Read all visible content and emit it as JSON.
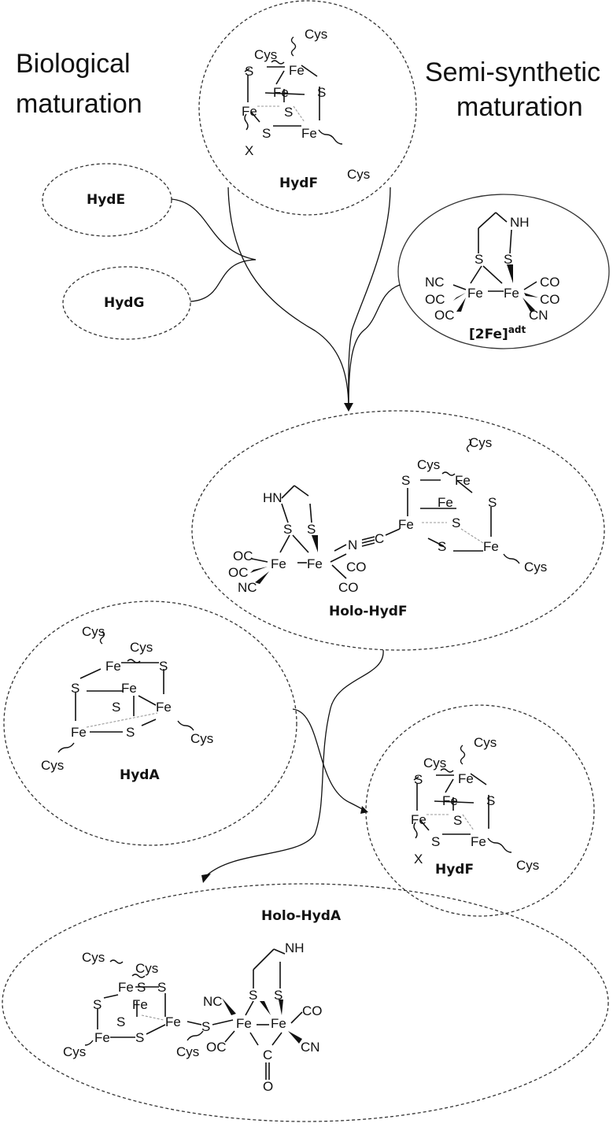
{
  "titles": {
    "left": [
      "Biological",
      "maturation"
    ],
    "right": [
      "Semi-synthetic",
      "maturation"
    ]
  },
  "labels": {
    "hydf_top": "HydF",
    "hyde": "HydE",
    "hydg": "HydG",
    "two_fe": "[2Fe]",
    "two_fe_sup": "adt",
    "holo_hydf": "Holo-HydF",
    "hyda": "HydA",
    "hydf_right": "HydF",
    "holo_hyda": "Holo-HydA"
  },
  "atoms": {
    "cys": "Cys",
    "fe": "Fe",
    "s": "S",
    "x": "X",
    "nh": "NH",
    "hn": "HN",
    "nc": "NC",
    "cn": "CN",
    "oc": "OC",
    "co": "CO",
    "n": "N",
    "c": "C",
    "o": "O"
  }
}
